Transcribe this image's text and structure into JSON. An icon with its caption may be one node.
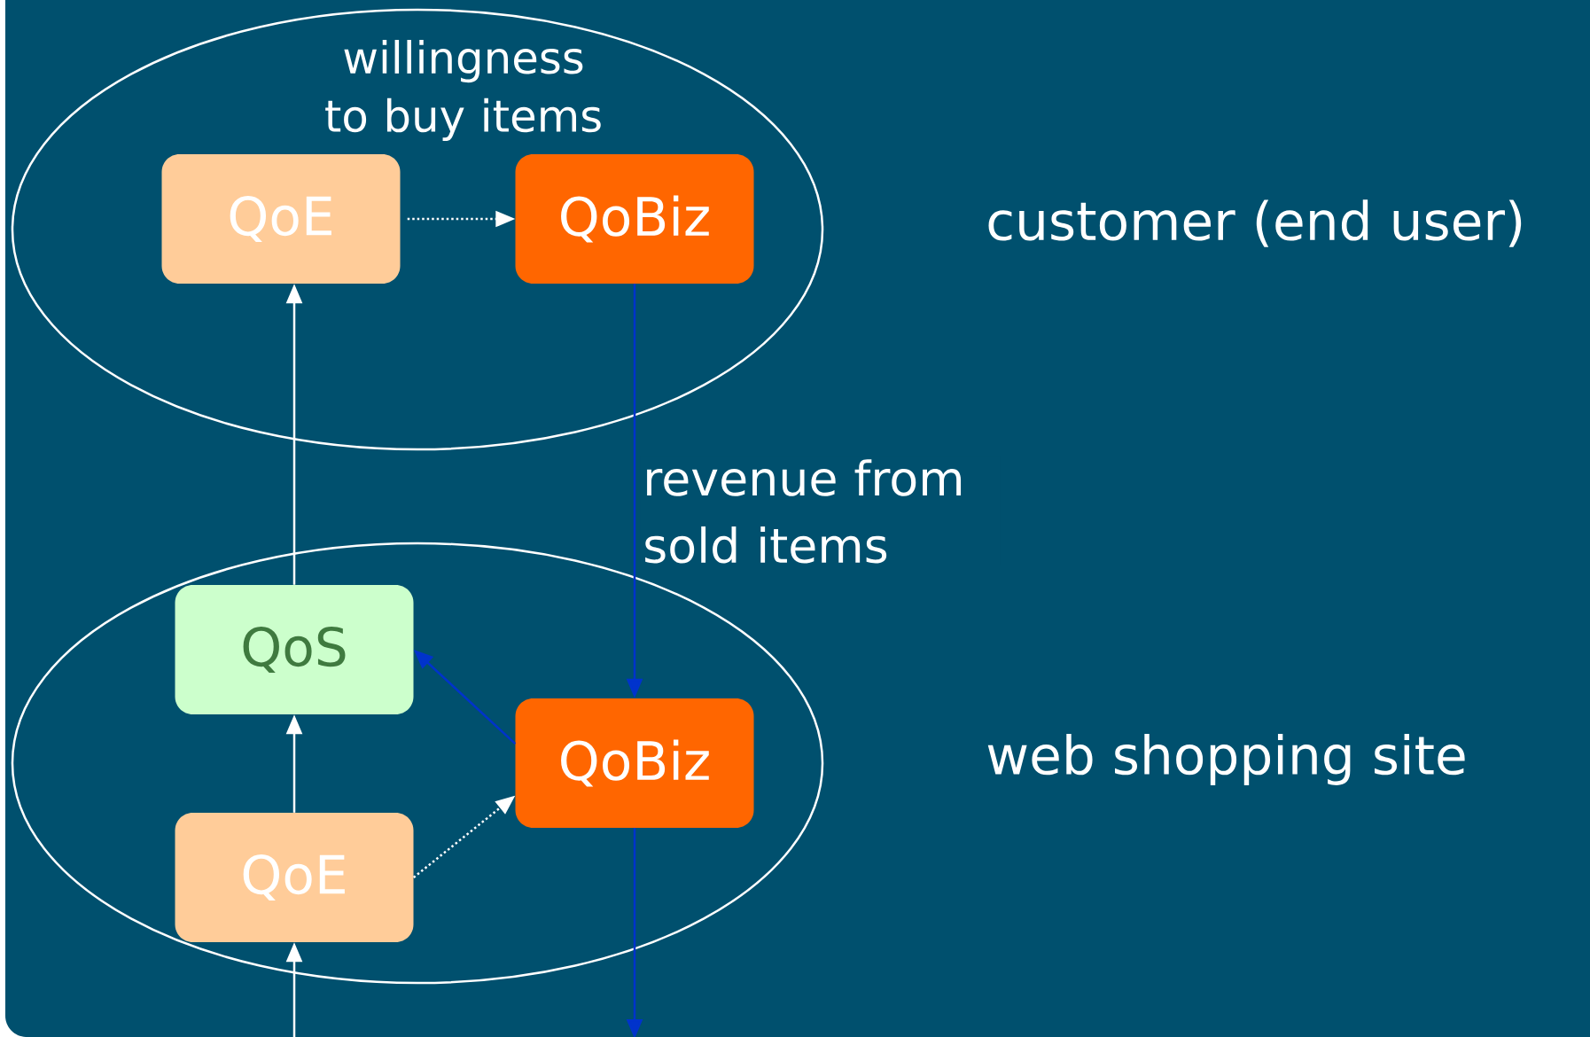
{
  "diagram": {
    "nodes": [
      {
        "text": [
          "willingness to buy items"
        ],
        "beside": [
          "customer (end user)"
        ]
      },
      {
        "text": [
          "QoE"
        ],
        "in": 0
      },
      {
        "text": [
          "QoBiz"
        ],
        "in": 0
      },
      {
        "text": [],
        "shape": "ellipse",
        "beside": [
          "web shopping site"
        ]
      },
      {
        "text": [
          "QoS"
        ],
        "in": 3
      },
      {
        "text": [
          "QoBiz"
        ],
        "in": 3
      },
      {
        "text": [
          "QoE"
        ],
        "in": 3
      }
    ],
    "edges": [
      {
        "from": 1,
        "to": 2,
        "arrow": "to",
        "style": "dashed"
      },
      {
        "from": 4,
        "to": 1,
        "arrow": "to"
      },
      {
        "from": 2,
        "to": 5,
        "arrow": "to",
        "color": "#0033cc",
        "label": "revenue from sold items"
      },
      {
        "from": 5,
        "to": 4,
        "arrow": "to",
        "color": "#0033cc"
      },
      {
        "from": 6,
        "to": 4,
        "arrow": "to"
      },
      {
        "from": 6,
        "to": 5,
        "arrow": "to",
        "style": "dashed"
      },
      {
        "from": null,
        "to": 6,
        "arrow": "to"
      },
      {
        "from": 5,
        "to": null,
        "arrow": "to",
        "color": "#0033cc"
      }
    ]
  }
}
